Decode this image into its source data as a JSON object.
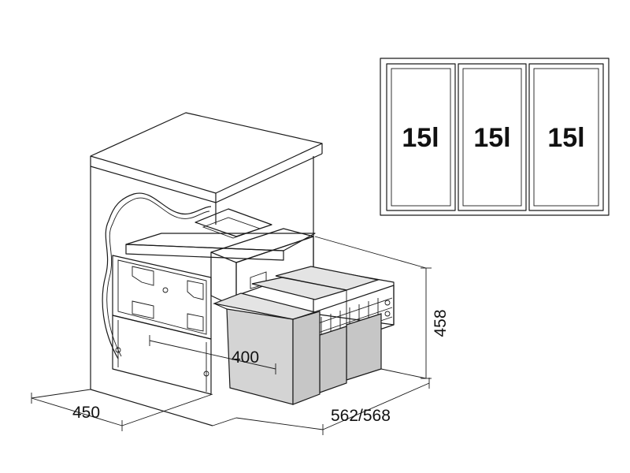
{
  "capacity_plan": {
    "compartments": [
      {
        "label": "15l"
      },
      {
        "label": "15l"
      },
      {
        "label": "15l"
      }
    ]
  },
  "dimensions": {
    "width": "450",
    "inner_width": "400",
    "depth": "562/568",
    "height": "458"
  },
  "colors": {
    "line": "#1a1a1a",
    "bin_fill": "#d4d4d4",
    "background": "#ffffff"
  }
}
